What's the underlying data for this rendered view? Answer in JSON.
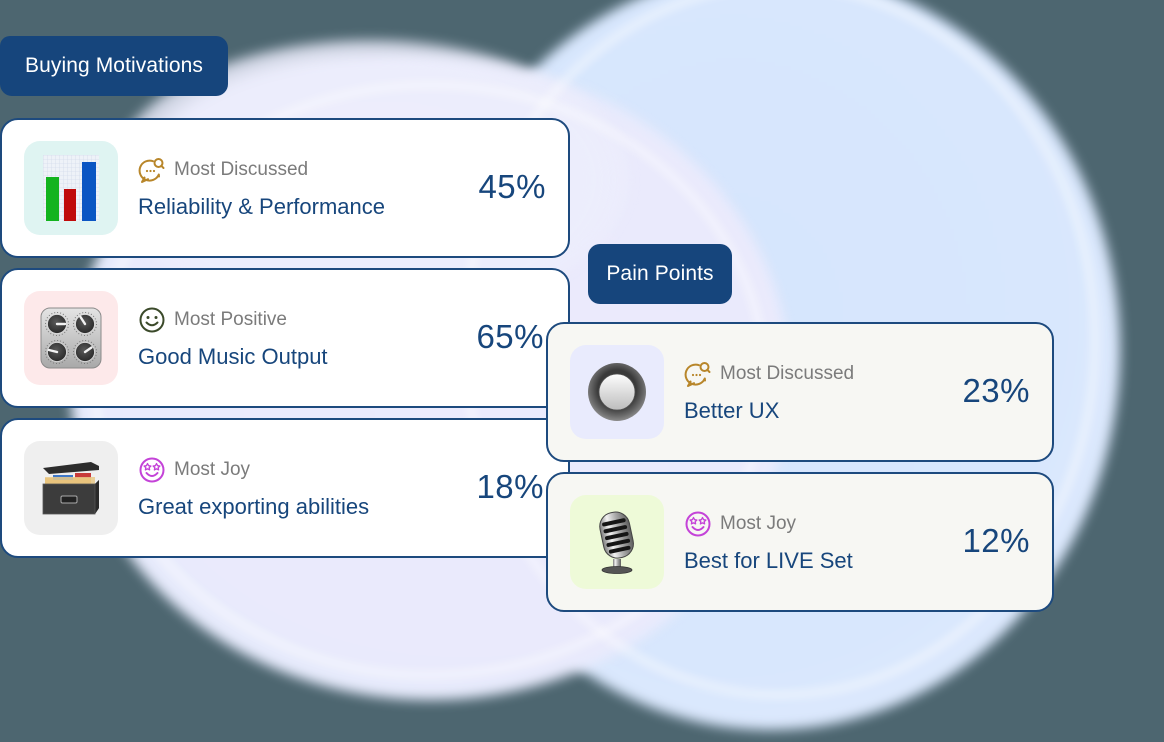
{
  "sections": {
    "buying_motivations": {
      "label": "Buying Motivations",
      "items": [
        {
          "tag": "Most Discussed",
          "tag_icon": "chat-search-icon",
          "title": "Reliability & Performance",
          "percent": "45%",
          "thumbnail": "bar-chart-icon",
          "thumb_bg": "#dff4f2"
        },
        {
          "tag": "Most Positive",
          "tag_icon": "smiley-icon",
          "title": "Good Music Output",
          "percent": "65%",
          "thumbnail": "mixer-knobs-icon",
          "thumb_bg": "#fde9ea"
        },
        {
          "tag": "Most Joy",
          "tag_icon": "star-eyes-smiley-icon",
          "title": "Great exporting abilities",
          "percent": "18%",
          "thumbnail": "file-box-icon",
          "thumb_bg": "#efefef"
        }
      ]
    },
    "pain_points": {
      "label": "Pain Points",
      "items": [
        {
          "tag": "Most Discussed",
          "tag_icon": "chat-search-icon",
          "title": "Better UX",
          "percent": "23%",
          "thumbnail": "round-button-icon",
          "thumb_bg": "#e9ebfd"
        },
        {
          "tag": "Most Joy",
          "tag_icon": "star-eyes-smiley-icon",
          "title": "Best for LIVE Set",
          "percent": "12%",
          "thumbnail": "microphone-icon",
          "thumb_bg": "#eefad8"
        }
      ]
    }
  },
  "colors": {
    "navy": "#16457c",
    "text_navy": "#17467c",
    "tag_gray": "#7b7b7b",
    "discussed_gold": "#b8862a",
    "positive_olive": "#3b4a2a",
    "joy_magenta": "#c443d8",
    "outer_bg": "#4d6670"
  }
}
